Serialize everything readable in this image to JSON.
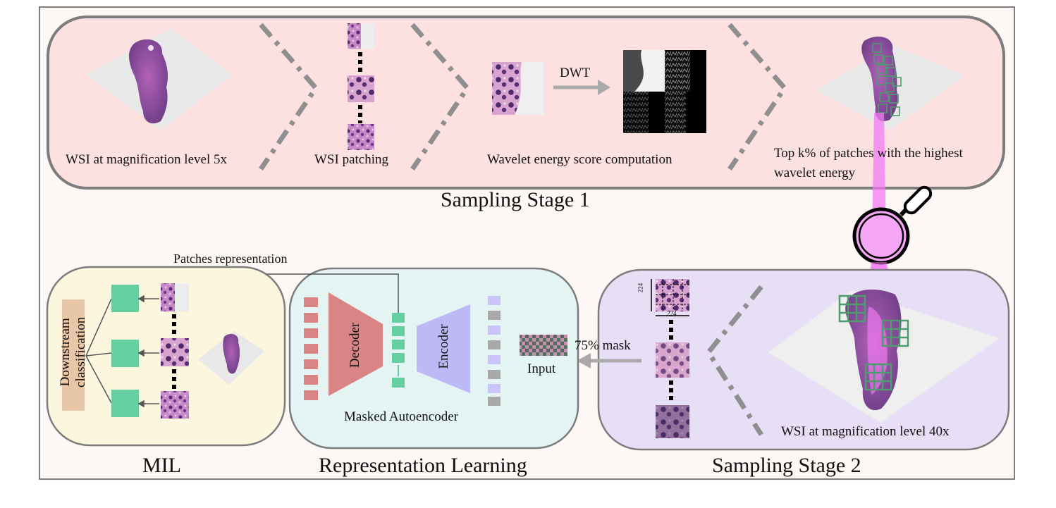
{
  "stage1": {
    "title": "Sampling Stage 1",
    "wsi_label": "WSI at magnification level  5x",
    "patching_label": "WSI patching",
    "dwt_label": "DWT",
    "wavelet_label": "Wavelet energy score computation",
    "topk_label_line1": "Top k% of patches with the highest",
    "topk_label_line2": "wavelet energy"
  },
  "stage2": {
    "title": "Sampling Stage 2",
    "wsi_label": "WSI at magnification level 40x",
    "dim_width": "224",
    "dim_height": "224"
  },
  "representation": {
    "title": "Representation Learning",
    "decoder_label": "Decoder",
    "encoder_label": "Encoder",
    "model_label": "Masked Autoencoder",
    "input_label": "Input",
    "mask_label": "75% mask",
    "patches_repr_label": "Patches representation"
  },
  "mil": {
    "title": "MIL",
    "downstream_line1": "Downstream",
    "downstream_line2": "classification"
  },
  "colors": {
    "stage1_bg": "#fde1e1",
    "stage2_bg": "#e7dff5",
    "repr_bg": "#e3f4f3",
    "mil_bg": "#fbf6dd",
    "decoder": "#d98585",
    "encoder": "#bdb9f6",
    "latent": "#66cfa1",
    "magenta_beam": "#f37bf4",
    "tissue": "#8a4c9c"
  },
  "icons": [
    "magnifier-icon",
    "arrow-right-icon",
    "arrow-left-icon"
  ]
}
